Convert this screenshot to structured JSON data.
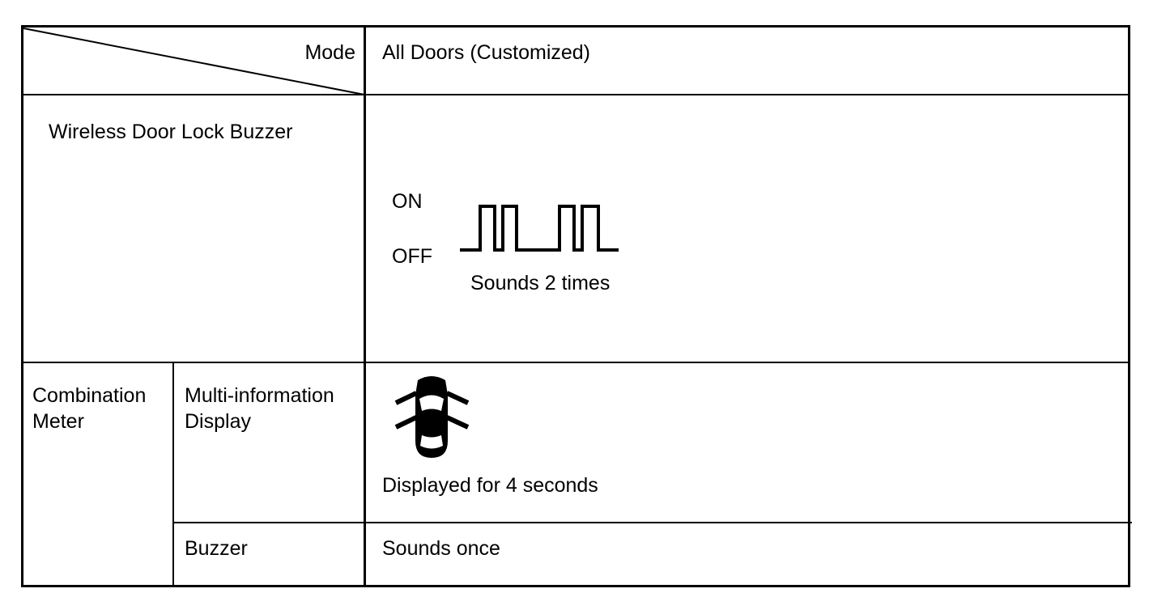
{
  "header": {
    "mode_label": "Mode",
    "mode_value": "All Doors (Customized)"
  },
  "rows": {
    "buzzer": {
      "label": "Wireless Door Lock Buzzer",
      "on_label": "ON",
      "off_label": "OFF",
      "caption": "Sounds 2 times"
    },
    "combination_meter": {
      "group_label_line1": "Combination",
      "group_label_line2": "Meter",
      "mid": {
        "label_line1": "Multi-information",
        "label_line2": "Display",
        "icon": "car-doors-open-icon",
        "caption": "Displayed for 4 seconds"
      },
      "meter_buzzer": {
        "label": "Buzzer",
        "value": "Sounds once"
      }
    }
  }
}
